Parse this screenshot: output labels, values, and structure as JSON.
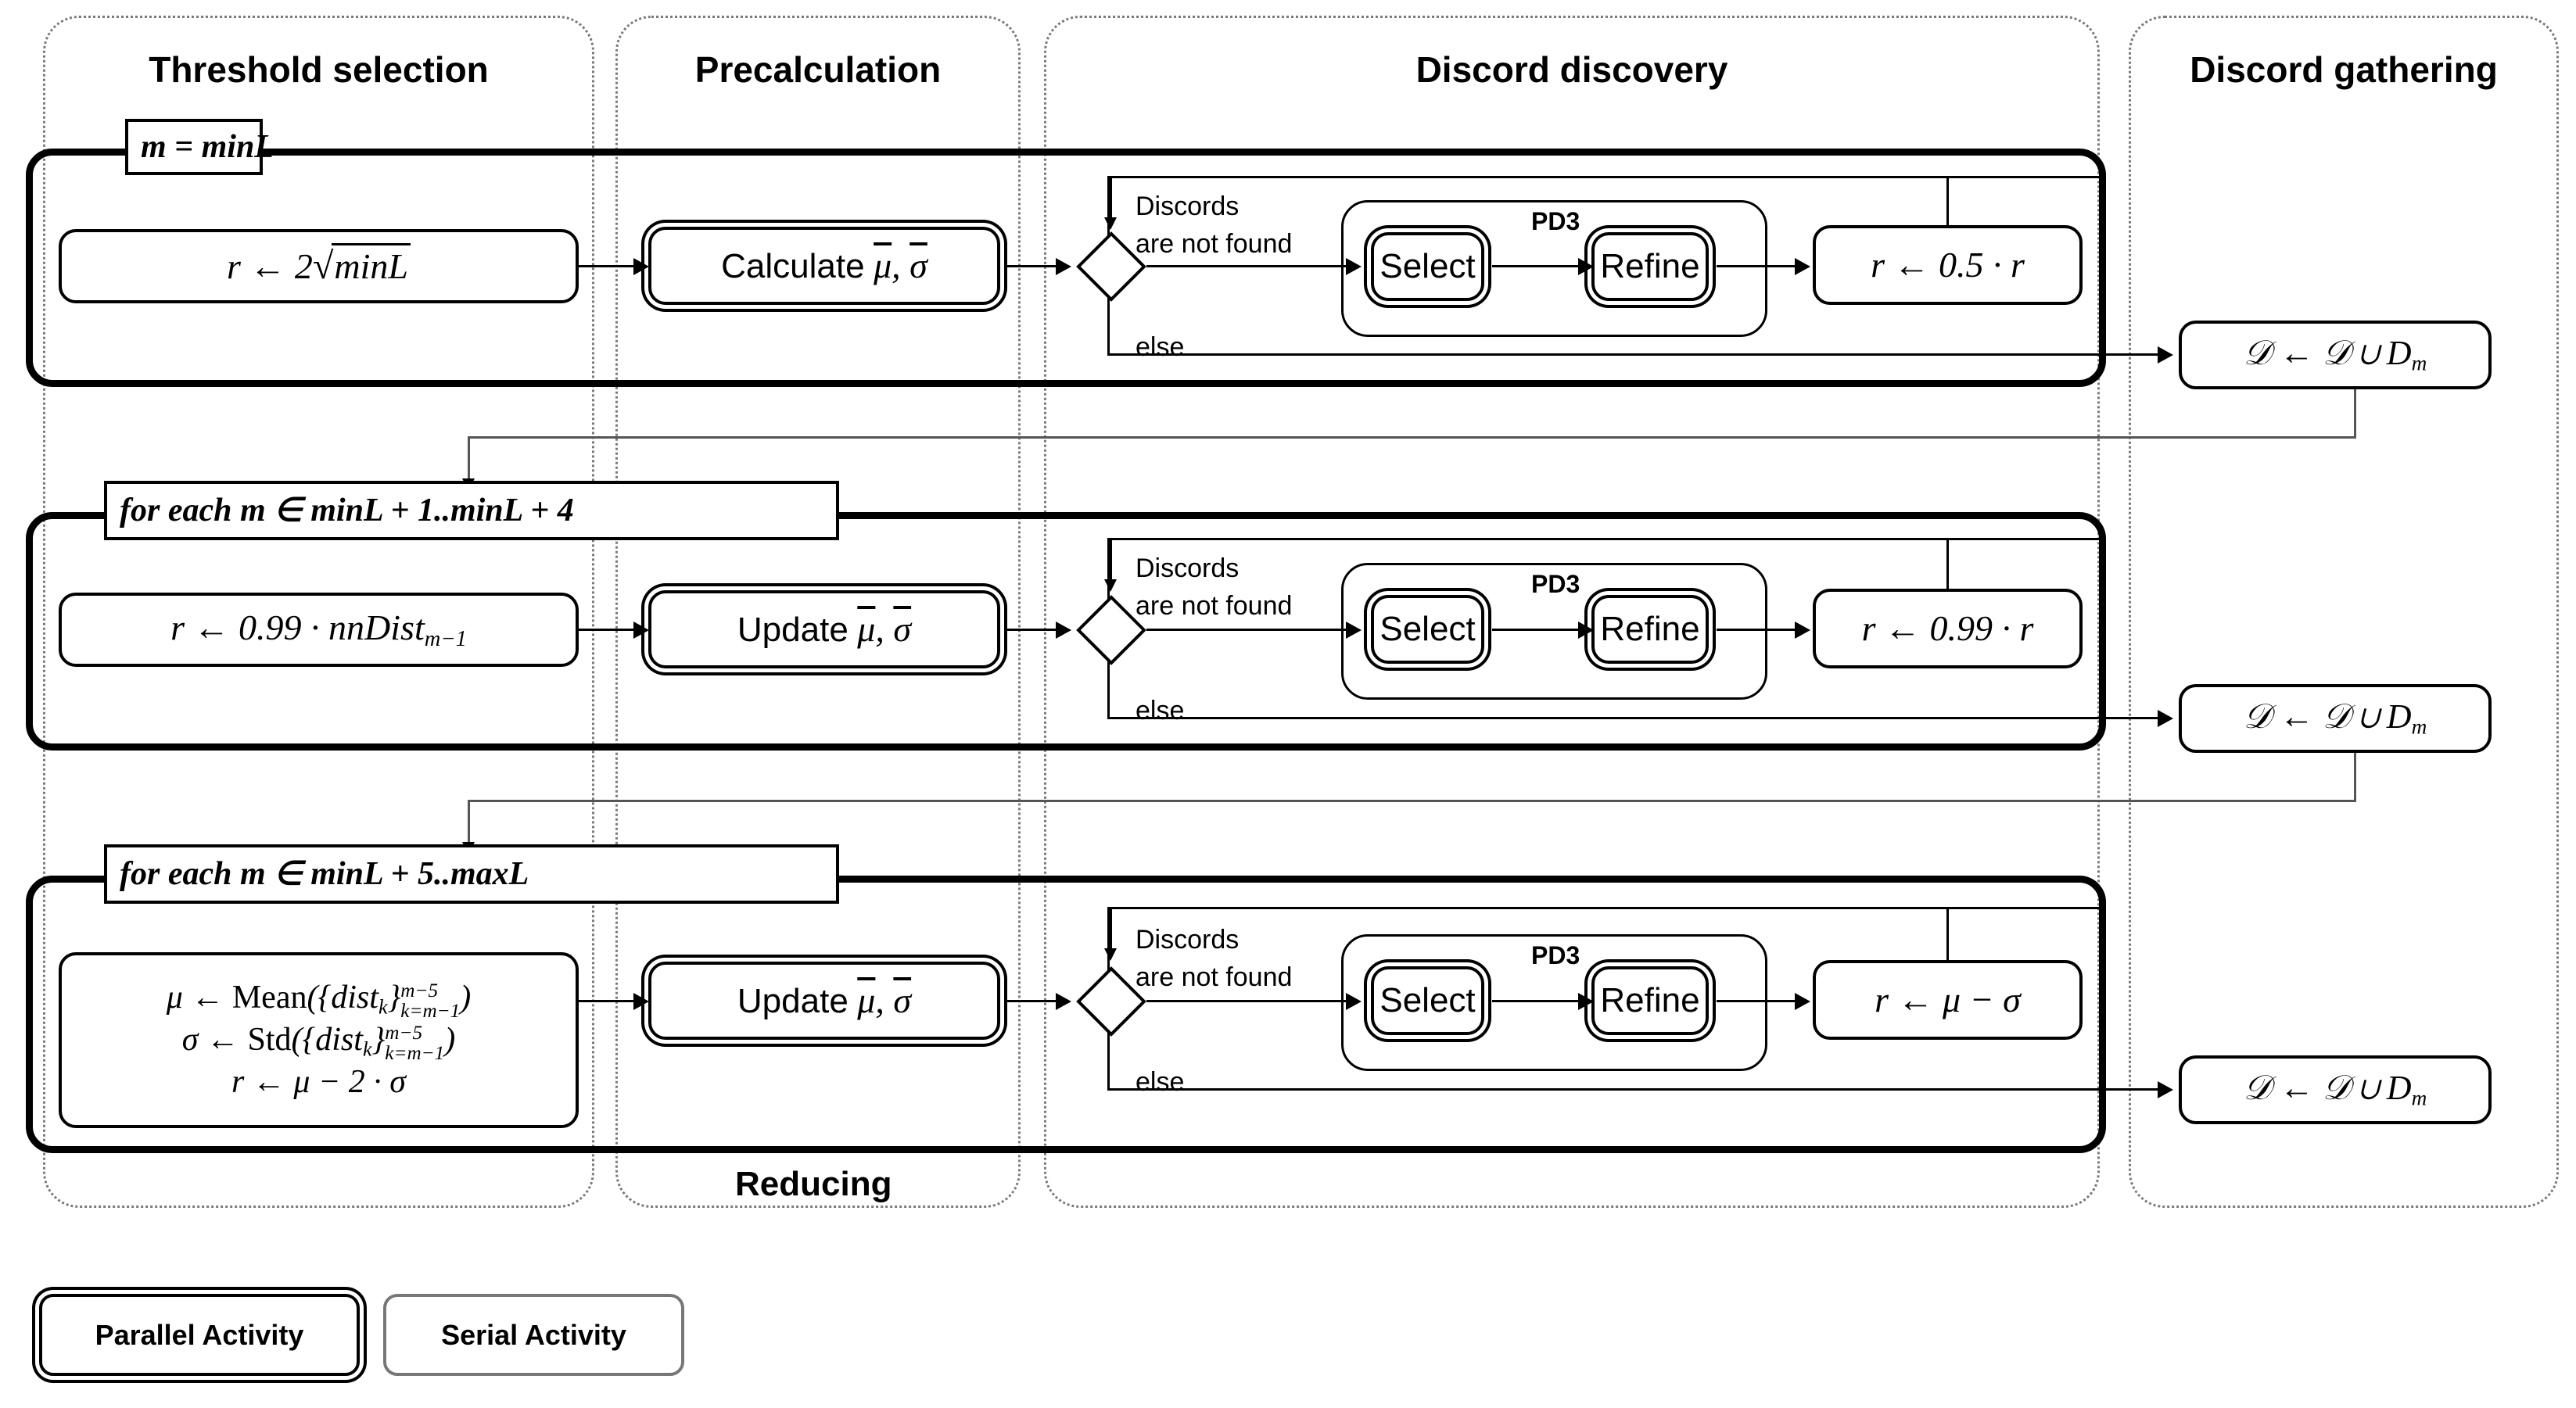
{
  "diagram": {
    "title": "Discord discovery parallel activity diagram",
    "lanes": [
      {
        "id": "threshold-selection",
        "title": "Threshold selection"
      },
      {
        "id": "precalculation",
        "title": "Precalculation"
      },
      {
        "id": "discord-discovery",
        "title": "Discord discovery"
      },
      {
        "id": "discord-gathering",
        "title": "Discord gathering"
      }
    ],
    "reducing_label": "Reducing",
    "rows": [
      {
        "id": "row-1",
        "loop_label": "m = minL",
        "loop_label_plain": "m = minL",
        "threshold_activity": "r ← 2√minL",
        "precalc_activity": "Calculate μ̄, σ̄",
        "gateway_yes": "Discords\nare not found",
        "gateway_yes_line1": "Discords",
        "gateway_yes_line2": "are not found",
        "gateway_else": "else",
        "subprocess_title": "PD3",
        "select_label": "Select",
        "refine_label": "Refine",
        "radius_update": "r ← 0.5 · r",
        "gather_activity": "𝒟 ← 𝒟 ∪ Dₘ"
      },
      {
        "id": "row-2",
        "loop_label": "for each m ∈ minL + 1..minL + 4",
        "loop_label_plain": "for each m ∈ minL + 1..minL + 4",
        "threshold_activity": "r ← 0.99 · nnDistₘ₋₁",
        "precalc_activity": "Update μ̄, σ̄",
        "gateway_yes_line1": "Discords",
        "gateway_yes_line2": "are not found",
        "gateway_else": "else",
        "subprocess_title": "PD3",
        "select_label": "Select",
        "refine_label": "Refine",
        "radius_update": "r ← 0.99 · r",
        "gather_activity": "𝒟 ← 𝒟 ∪ Dₘ"
      },
      {
        "id": "row-3",
        "loop_label": "for each m ∈ minL + 5..maxL",
        "loop_label_plain": "for each m ∈ minL + 5..maxL",
        "threshold_activity_lines": [
          "μ ← Mean({distₖ}ᵏ⁼ᵐ⁻¹ ᵐ⁻⁵)",
          "σ ← Std({distₖ}ᵏ⁼ᵐ⁻¹ ᵐ⁻⁵)",
          "r ← μ − 2 · σ"
        ],
        "precalc_activity": "Update μ̄, σ̄",
        "gateway_yes_line1": "Discords",
        "gateway_yes_line2": "are not found",
        "gateway_else": "else",
        "subprocess_title": "PD3",
        "select_label": "Select",
        "refine_label": "Refine",
        "radius_update": "r ← μ − σ",
        "gather_activity": "𝒟 ← 𝒟 ∪ Dₘ"
      }
    ],
    "legend": [
      {
        "id": "parallel-activity",
        "label": "Parallel Activity",
        "style": "double-border"
      },
      {
        "id": "serial-activity",
        "label": "Serial Activity",
        "style": "single-border"
      }
    ],
    "colors": {
      "stroke": "#000000",
      "lane_stroke": "#7a7a7a",
      "connector_gray": "#555555",
      "background": "#ffffff"
    }
  }
}
